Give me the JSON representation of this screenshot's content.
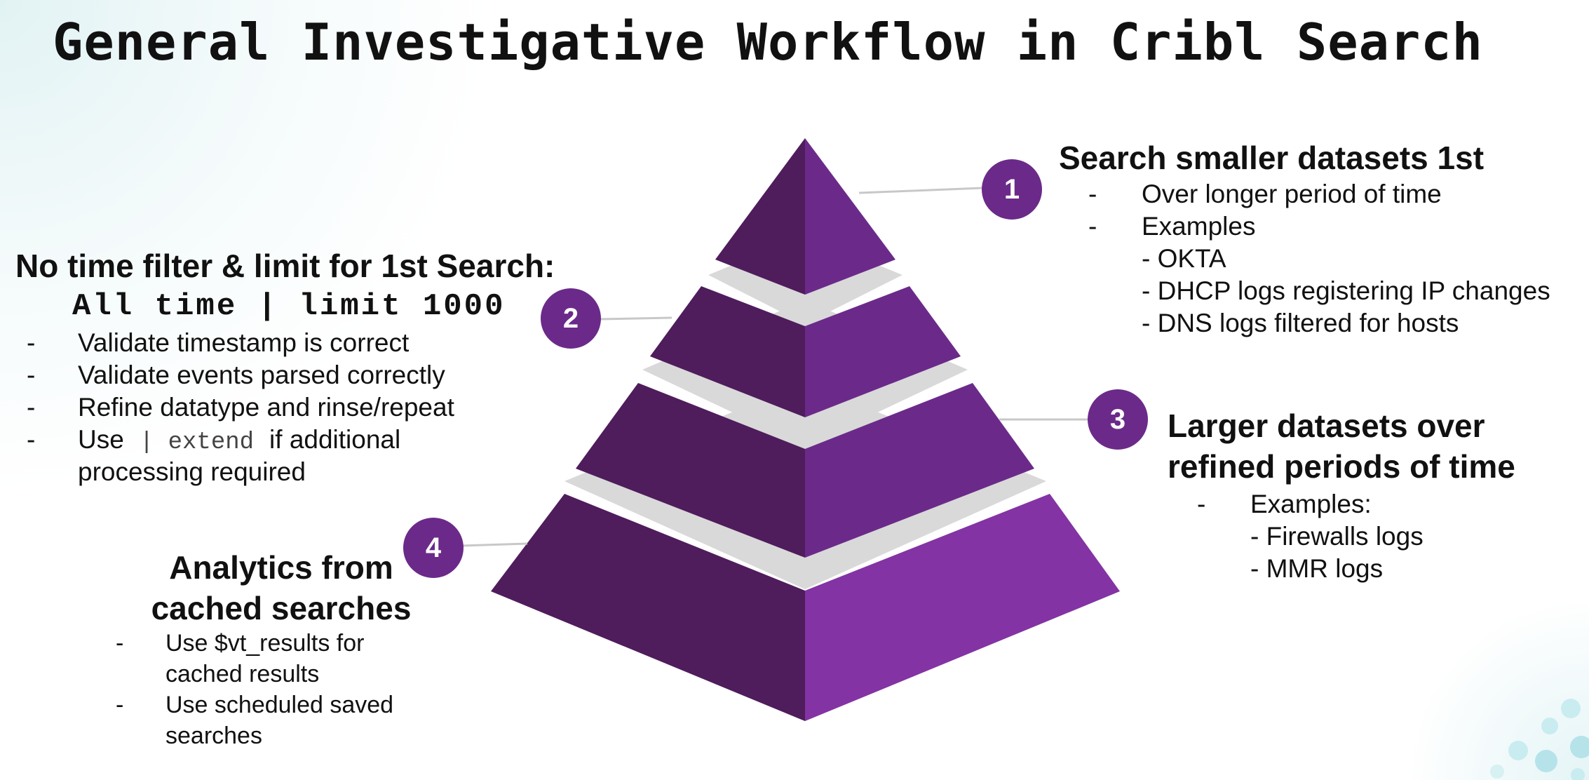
{
  "title": "General Investigative Workflow in Cribl Search",
  "colors": {
    "badge": "#6b2a8a",
    "pyramid_left": "#4f1c5c",
    "pyramid_right": "#6b2a8a",
    "pyramid_right_bottom": "#8333a3",
    "divider": "#d9d9d9"
  },
  "steps": [
    {
      "number": "1",
      "heading": "Search smaller datasets 1st",
      "items": [
        "Over longer period of time",
        "Examples"
      ],
      "examples": [
        "- OKTA",
        "- DHCP logs registering IP changes",
        "- DNS logs  filtered for hosts"
      ]
    },
    {
      "number": "2",
      "heading": "No time filter & limit for 1st Search:",
      "code": "All time | limit 1000",
      "items": [
        "Validate timestamp is correct",
        "Validate events parsed correctly",
        "Refine datatype and rinse/repeat"
      ],
      "item4_prefix": "Use",
      "item4_code": "| extend",
      "item4_suffix": "if additional",
      "item4_cont": "processing required"
    },
    {
      "number": "3",
      "heading_line1": "Larger datasets over",
      "heading_line2": "refined periods of time",
      "items": [
        "Examples:"
      ],
      "examples": [
        "- Firewalls logs",
        "- MMR logs"
      ]
    },
    {
      "number": "4",
      "heading_line1": "Analytics from",
      "heading_line2": "cached searches",
      "items": [
        [
          "Use $vt_results for",
          "cached results"
        ],
        [
          "Use scheduled saved",
          "searches"
        ]
      ]
    }
  ],
  "bullet": "-"
}
